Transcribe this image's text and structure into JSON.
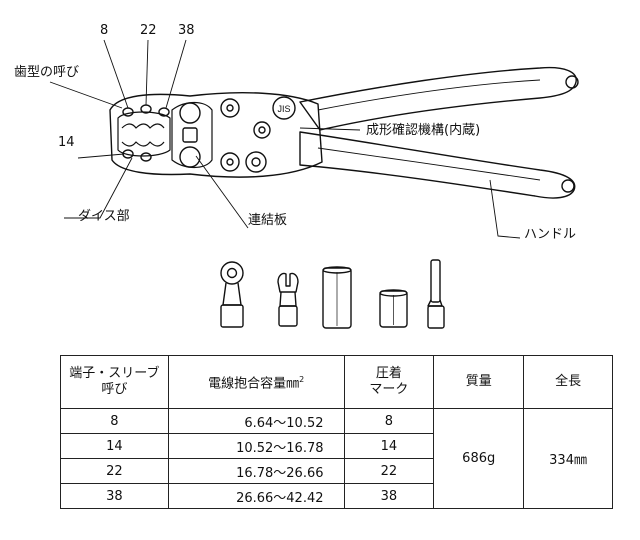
{
  "labels": {
    "teeth_name": "歯型の呼び",
    "size_8": "8",
    "size_22": "22",
    "size_38": "38",
    "size_14": "14",
    "die_section": "ダイス部",
    "link_plate": "連結板",
    "verify_mech": "成形確認機構(内蔵)",
    "handle": "ハンドル",
    "jis_mark": "JIS"
  },
  "table": {
    "headers": {
      "terminal_line1": "端子・スリーブ",
      "terminal_line2": "呼び",
      "capacity": "電線抱合容量㎜",
      "capacity_sup": "2",
      "mark_line1": "圧着",
      "mark_line2": "マーク",
      "mass": "質量",
      "length": "全長"
    },
    "rows": [
      {
        "size": "8",
        "range": "6.64〜10.52",
        "mark": "8"
      },
      {
        "size": "14",
        "range": "10.52〜16.78",
        "mark": "14"
      },
      {
        "size": "22",
        "range": "16.78〜26.66",
        "mark": "22"
      },
      {
        "size": "38",
        "range": "26.66〜42.42",
        "mark": "38"
      }
    ],
    "mass": "686g",
    "length": "334㎜"
  }
}
